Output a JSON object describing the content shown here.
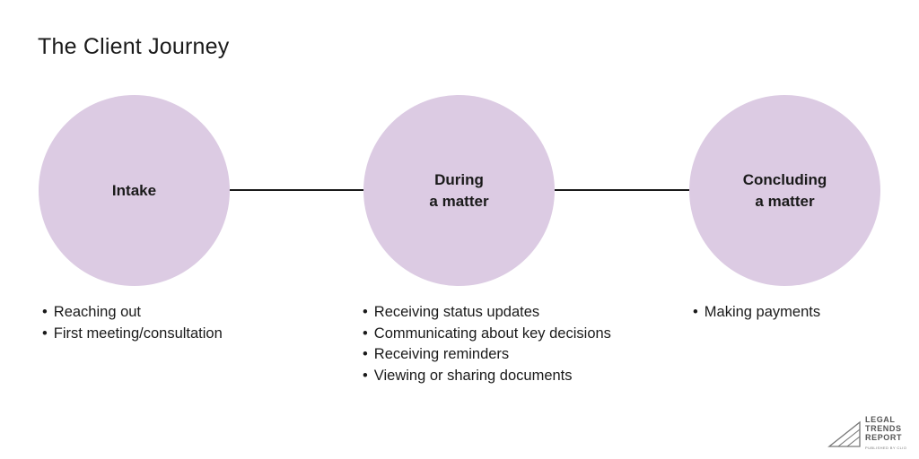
{
  "title": "The Client Journey",
  "colors": {
    "circle_fill": "#dccbe3",
    "line": "#1a1a1a"
  },
  "stages": [
    {
      "label_lines": [
        "Intake"
      ],
      "bullets": [
        "Reaching out",
        "First meeting/consultation"
      ]
    },
    {
      "label_lines": [
        "During",
        "a matter"
      ],
      "bullets": [
        "Receiving status updates",
        "Communicating about key decisions",
        "Receiving reminders",
        "Viewing or sharing documents"
      ]
    },
    {
      "label_lines": [
        "Concluding",
        "a matter"
      ],
      "bullets": [
        "Making payments"
      ]
    }
  ],
  "logo": {
    "lines": [
      "LEGAL",
      "TRENDS",
      "REPORT"
    ],
    "subtitle": "PUBLISHED BY CLIO",
    "icon": "triangle-logo-icon"
  }
}
